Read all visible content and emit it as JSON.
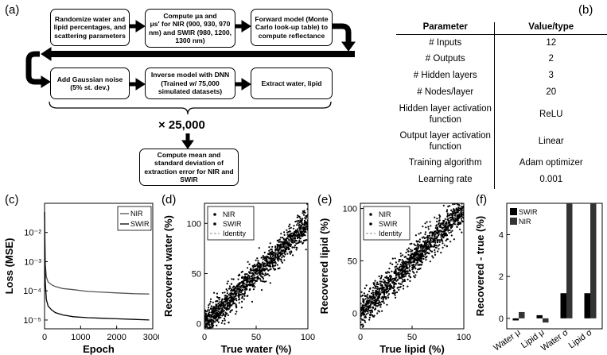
{
  "panel_labels": {
    "a": "(a)",
    "b": "(b)",
    "c": "(c)",
    "d": "(d)",
    "e": "(e)",
    "f": "(f)"
  },
  "flow": {
    "box1": "Randomize water and lipid percentages, and scattering parameters",
    "box2_l1": "Compute μa and",
    "box2_l2": "μs′ for NIR (900, 930, 970 nm) and SWIR (980, 1200, 1300 nm)",
    "box3": "Forward model (Monte Carlo look-up table) to compute reflectance",
    "box4": "Add Gaussian noise (5% st. dev.)",
    "box5": "Inverse model with DNN (Trained w/ 75,000 simulated datasets)",
    "box6": "Extract water, lipid",
    "times": "× 25,000",
    "box7": "Compute mean and standard deviation of extraction error for NIR and SWIR"
  },
  "table": {
    "headers": [
      "Parameter",
      "Value/type"
    ],
    "rows": [
      [
        "# Inputs",
        "12"
      ],
      [
        "# Outputs",
        "2"
      ],
      [
        "# Hidden layers",
        "3"
      ],
      [
        "# Nodes/layer",
        "20"
      ],
      [
        "Hidden layer activation function",
        "ReLU"
      ],
      [
        "Output layer activation function",
        "Linear"
      ],
      [
        "Training algorithm",
        "Adam optimizer"
      ],
      [
        "Learning rate",
        "0.001"
      ]
    ]
  },
  "chart_data": [
    {
      "id": "c",
      "type": "line",
      "xlabel": "Epoch",
      "ylabel": "Loss (MSE)",
      "xlim": [
        0,
        3000
      ],
      "ylim": [
        5e-06,
        0.1
      ],
      "yscale": "log",
      "xticks": [
        "0",
        "1000",
        "2000",
        "3000"
      ],
      "yticks": [
        "10⁻⁵",
        "10⁻⁴",
        "10⁻³",
        "10⁻²"
      ],
      "legend": "top-right",
      "series": [
        {
          "name": "NIR",
          "color": "#555555",
          "x": [
            1,
            20,
            50,
            100,
            200,
            300,
            500,
            800,
            1200,
            1600,
            2000,
            2500,
            2900
          ],
          "y": [
            0.05,
            0.0008,
            0.0003,
            0.0002,
            0.00016,
            0.00014,
            0.00012,
            0.00011,
            9.5e-05,
            9e-05,
            8.5e-05,
            8e-05,
            7.8e-05
          ]
        },
        {
          "name": "SWIR",
          "color": "#000000",
          "x": [
            1,
            20,
            50,
            100,
            200,
            300,
            500,
            800,
            1200,
            1600,
            2000,
            2500,
            2900
          ],
          "y": [
            0.05,
            0.0002,
            5e-05,
            3e-05,
            2.2e-05,
            1.8e-05,
            1.5e-05,
            1.3e-05,
            1.2e-05,
            1.15e-05,
            1.1e-05,
            1.05e-05,
            1e-05
          ]
        }
      ]
    },
    {
      "id": "d",
      "type": "scatter",
      "xlabel": "True water (%)",
      "ylabel": "Recovered water (%)",
      "xlim": [
        0,
        100
      ],
      "ylim": [
        -5,
        120
      ],
      "xticks": [
        "0",
        "50",
        "100"
      ],
      "yticks": [
        "0",
        "50",
        "100"
      ],
      "legend": "top-left",
      "series": [
        {
          "name": "NIR",
          "spread": 8,
          "color": "#000000"
        },
        {
          "name": "SWIR",
          "spread": 4,
          "color": "#000000"
        },
        {
          "name": "Identity",
          "color": "#888888",
          "x": [
            0,
            100
          ],
          "y": [
            0,
            100
          ]
        }
      ]
    },
    {
      "id": "e",
      "type": "scatter",
      "xlabel": "True lipid (%)",
      "ylabel": "Recovered lipid (%)",
      "xlim": [
        0,
        100
      ],
      "ylim": [
        -15,
        105
      ],
      "xticks": [
        "0",
        "50",
        "100"
      ],
      "yticks": [
        "0",
        "50",
        "100"
      ],
      "legend": "top-left",
      "series": [
        {
          "name": "NIR",
          "spread": 9,
          "color": "#000000"
        },
        {
          "name": "SWIR",
          "spread": 4,
          "color": "#000000"
        },
        {
          "name": "Identity",
          "color": "#888888",
          "x": [
            0,
            100
          ],
          "y": [
            0,
            100
          ]
        }
      ]
    },
    {
      "id": "f",
      "type": "bar",
      "ylabel": "Recovered - true (%)",
      "categories": [
        "Water μ",
        "Lipid μ",
        "Water σ",
        "Lipid σ"
      ],
      "ylim": [
        -0.5,
        5.5
      ],
      "yticks": [
        "0",
        "2",
        "4"
      ],
      "legend": "top-left",
      "series": [
        {
          "name": "SWIR",
          "color": "#000000",
          "values": [
            -0.1,
            0.15,
            1.2,
            1.2
          ]
        },
        {
          "name": "NIR",
          "color": "#333333",
          "values": [
            0.3,
            -0.2,
            5.5,
            5.5
          ]
        }
      ]
    }
  ]
}
